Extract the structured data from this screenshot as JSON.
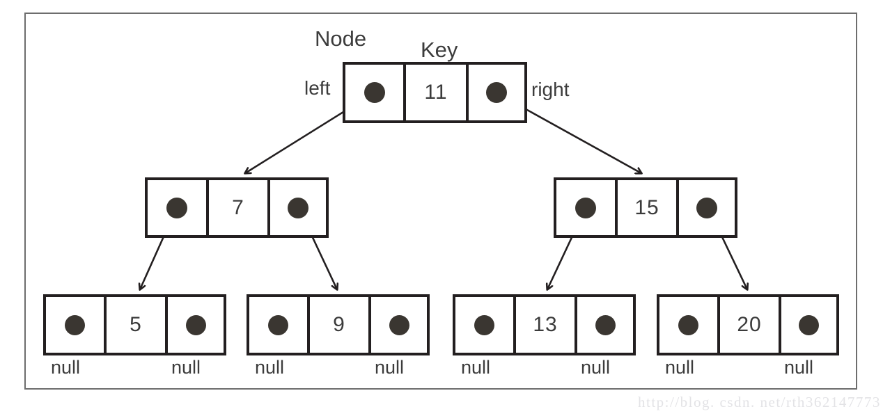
{
  "diagram": {
    "title_labels": {
      "node": "Node",
      "key": "Key",
      "left": "left",
      "right": "right"
    },
    "null_label": "null",
    "colors": {
      "frame_border": "#6d6d6d",
      "node_border": "#231f20",
      "pointer_dot": "#3a3631",
      "text": "#3c3c3c",
      "background": "#ffffff",
      "watermark": "#e3e3e6"
    },
    "nodes": [
      {
        "id": "root",
        "key": "11",
        "level": 0
      },
      {
        "id": "n7",
        "key": "7",
        "level": 1
      },
      {
        "id": "n15",
        "key": "15",
        "level": 1
      },
      {
        "id": "n5",
        "key": "5",
        "level": 2,
        "left_null": "null",
        "right_null": "null"
      },
      {
        "id": "n9",
        "key": "9",
        "level": 2,
        "left_null": "null",
        "right_null": "null"
      },
      {
        "id": "n13",
        "key": "13",
        "level": 2,
        "left_null": "null",
        "right_null": "null"
      },
      {
        "id": "n20",
        "key": "20",
        "level": 2,
        "left_null": "null",
        "right_null": "null"
      }
    ],
    "edges": [
      {
        "from": "root",
        "side": "left",
        "to": "n7"
      },
      {
        "from": "root",
        "side": "right",
        "to": "n15"
      },
      {
        "from": "n7",
        "side": "left",
        "to": "n5"
      },
      {
        "from": "n7",
        "side": "right",
        "to": "n9"
      },
      {
        "from": "n15",
        "side": "left",
        "to": "n13"
      },
      {
        "from": "n15",
        "side": "right",
        "to": "n20"
      }
    ]
  },
  "watermark": {
    "text": "http://blog. csdn. net/rth362147773"
  }
}
